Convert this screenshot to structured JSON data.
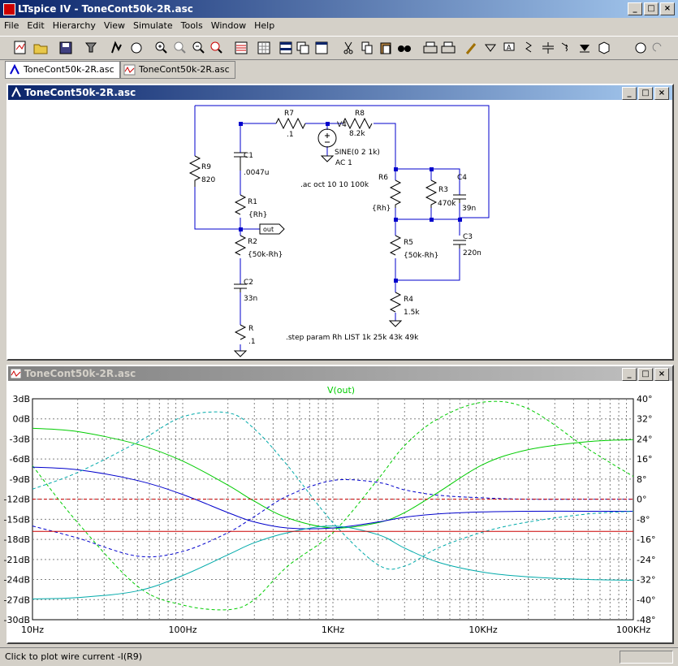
{
  "window": {
    "title": "LTspice IV - ToneCont50k-2R.asc"
  },
  "menu": [
    "File",
    "Edit",
    "Hierarchy",
    "View",
    "Simulate",
    "Tools",
    "Window",
    "Help"
  ],
  "tabs": [
    {
      "label": "ToneCont50k-2R.asc",
      "icon": "schematic-icon"
    },
    {
      "label": "ToneCont50k-2R.asc",
      "icon": "waveform-icon"
    }
  ],
  "schematic_pane": {
    "title": "ToneCont50k-2R.asc"
  },
  "plot_pane": {
    "title": "ToneCont50k-2R.asc"
  },
  "schematic": {
    "R7": {
      "name": "R7",
      "value": ".1"
    },
    "R8": {
      "name": "R8",
      "value": "8.2k"
    },
    "V4": {
      "name": "V4",
      "value": "SINE(0 2 1k)",
      "value2": "AC 1"
    },
    "R9": {
      "name": "R9",
      "value": "820"
    },
    "C1": {
      "name": "C1",
      "value": ".0047u"
    },
    "R1": {
      "name": "R1",
      "value": "{Rh}"
    },
    "R2": {
      "name": "R2",
      "value": "{50k-Rh}"
    },
    "C2": {
      "name": "C2",
      "value": "33n"
    },
    "R": {
      "name": "R",
      "value": ".1"
    },
    "R6": {
      "name": "R6",
      "value": "{Rh}"
    },
    "R3": {
      "name": "R3",
      "value": "470k"
    },
    "C4": {
      "name": "C4",
      "value": "39n"
    },
    "R5": {
      "name": "R5",
      "value": "{50k-Rh}"
    },
    "C3": {
      "name": "C3",
      "value": "220n"
    },
    "R4": {
      "name": "R4",
      "value": "1.5k"
    },
    "out_label": "out",
    "ac_directive": ".ac oct 10 10 100k",
    "step_directive": ".step param Rh LIST 1k 25k 43k 49k"
  },
  "chart_data": {
    "type": "line",
    "title": "V(out)",
    "x_scale": "log",
    "xlim": [
      10,
      100000
    ],
    "x_ticks": [
      "10Hz",
      "100Hz",
      "1KHz",
      "10KHz",
      "100KHz"
    ],
    "y_ticks_left": [
      "3dB",
      "0dB",
      "-3dB",
      "-6dB",
      "-9dB",
      "-12dB",
      "-15dB",
      "-18dB",
      "-21dB",
      "-24dB",
      "-27dB",
      "-30dB"
    ],
    "y_ticks_right": [
      "40°",
      "32°",
      "24°",
      "16°",
      "8°",
      "0°",
      "-8°",
      "-16°",
      "-24°",
      "-32°",
      "-40°",
      "-48°"
    ],
    "ylim_left_db": [
      -30,
      3
    ],
    "ylim_right_deg": [
      -48,
      40
    ],
    "grid": true,
    "x": [
      10,
      20,
      50,
      100,
      200,
      300,
      500,
      1000,
      2000,
      3000,
      5000,
      10000,
      20000,
      50000,
      100000
    ],
    "series": [
      {
        "color": "#00cc00",
        "dash": false,
        "values": [
          -1.4,
          -1.9,
          -3.8,
          -6.3,
          -9.9,
          -12.3,
          -14.8,
          -16.3,
          -15.5,
          -14,
          -11,
          -6.8,
          -4.6,
          -3.4,
          -3.1
        ]
      },
      {
        "color": "#00cc00",
        "dash": true,
        "values": [
          -7,
          -15.5,
          -25,
          -27.8,
          -28.5,
          -27,
          -22,
          -17,
          -9,
          -4,
          0,
          2.5,
          1.5,
          -4.5,
          -8.6
        ]
      },
      {
        "color": "#0000cc",
        "dash": false,
        "values": [
          -7.2,
          -7.6,
          -9.2,
          -11.3,
          -14,
          -15.4,
          -16.3,
          -16.3,
          -15.4,
          -14.7,
          -14.2,
          -13.9,
          -13.8,
          -13.8,
          -13.8
        ]
      },
      {
        "color": "#0000cc",
        "dash": true,
        "values": [
          -16,
          -17.8,
          -20.5,
          -19.8,
          -17,
          -14.6,
          -11.5,
          -9.2,
          -9.5,
          -10.6,
          -11.4,
          -11.8,
          -12,
          -12,
          -12
        ]
      },
      {
        "color": "#00aaaa",
        "dash": false,
        "values": [
          -26.9,
          -26.7,
          -25.7,
          -23.4,
          -20.3,
          -18.5,
          -17,
          -16,
          -17.3,
          -19.3,
          -21.4,
          -22.9,
          -23.6,
          -24,
          -24.1
        ]
      },
      {
        "color": "#00aaaa",
        "dash": true,
        "values": [
          -10.5,
          -8,
          -3.5,
          0.3,
          0.9,
          -1.5,
          -7,
          -15.5,
          -21.8,
          -22,
          -19.3,
          -16.9,
          -15.4,
          -14.2,
          -13.8
        ]
      },
      {
        "color": "#cc0000",
        "dash": false,
        "values": [
          -16.8,
          -16.8,
          -16.8,
          -16.8,
          -16.8,
          -16.8,
          -16.8,
          -16.8,
          -16.8,
          -16.8,
          -16.8,
          -16.8,
          -16.8,
          -16.8,
          -16.8
        ]
      },
      {
        "color": "#cc0000",
        "dash": true,
        "values": [
          -12,
          -12,
          -12,
          -12,
          -12,
          -12,
          -12,
          -12,
          -12,
          -12,
          -12,
          -12,
          -12,
          -12,
          -12
        ]
      }
    ]
  },
  "status": {
    "text": "Click to plot wire current -I(R9)"
  }
}
